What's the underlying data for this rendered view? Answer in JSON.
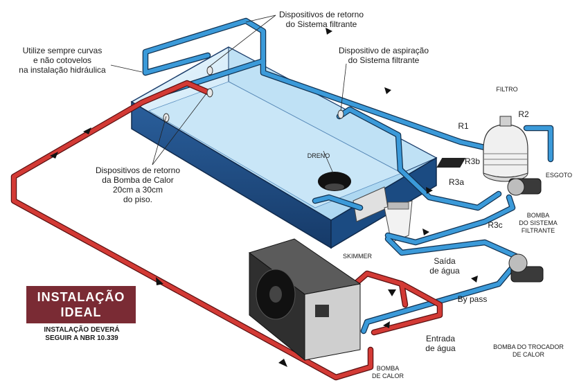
{
  "labels": {
    "returns_filter": "Dispositivos de retorno\ndo Sistema filtrante",
    "curves": "Utilize sempre curvas\ne não cotovelos\nna instalação hidráulica",
    "suction": "Dispositivo de aspiração\ndo Sistema filtrante",
    "filtro": "FILTRO",
    "r1": "R1",
    "r2": "R2",
    "r3b": "R3b",
    "r3a": "R3a",
    "r3c": "R3c",
    "esgoto": "ESGOTO",
    "dreno": "DRENO",
    "returns_heat": "Dispositivos de retorno\nda Bomba de Calor\n20cm a 30cm\ndo piso.",
    "bomba_filtro": "BOMBA\nDO SISTEMA\nFILTRANTE",
    "skimmer": "SKIMMER",
    "saida": "Saída\nde água",
    "bypass": "By pass",
    "entrada": "Entrada\nde água",
    "bomba_trocador": "BOMBA DO TROCADOR\nDE CALOR",
    "bomba_calor": "BOMBA\nDE CALOR"
  },
  "badge": {
    "line1": "INSTALAÇÃO",
    "line2": "IDEAL",
    "note": "INSTALAÇÃO DEVERÁ\nSEGUIR A NBR 10.339"
  },
  "colors": {
    "hot_pipe": "#c8282a",
    "cold_pipe": "#2f8fd0",
    "pool_wall": "#1f4e86",
    "water": "#d6ecf8",
    "badge_bg": "#7a2b34"
  }
}
